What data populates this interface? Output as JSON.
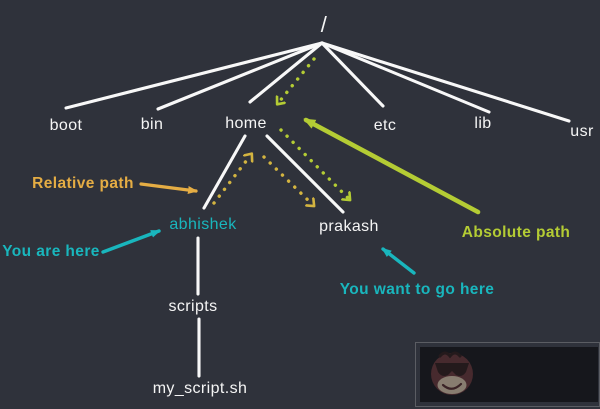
{
  "diagram": {
    "title_hidden": "",
    "nodes": {
      "root": "/",
      "boot": "boot",
      "bin": "bin",
      "home": "home",
      "etc": "etc",
      "lib": "lib",
      "usr": "usr",
      "abhishek": "abhishek",
      "prakash": "prakash",
      "scripts": "scripts",
      "my_script": "my_script.sh"
    },
    "annotations": {
      "relative_path": "Relative path",
      "you_are_here": "You are here",
      "absolute_path": "Absolute path",
      "you_want_to_go_here": "You want to go here"
    },
    "colors": {
      "background": "#2f323b",
      "tree_line": "#f8f8f8",
      "node_text": "#f5f5f5",
      "relative_gold": "#e5ad44",
      "relative_dots": "#d3b440",
      "absolute_green": "#b4cc34",
      "here_cyan": "#19b6bd",
      "watermark_box": "#141419",
      "watermark_face": "#472a2e"
    }
  }
}
